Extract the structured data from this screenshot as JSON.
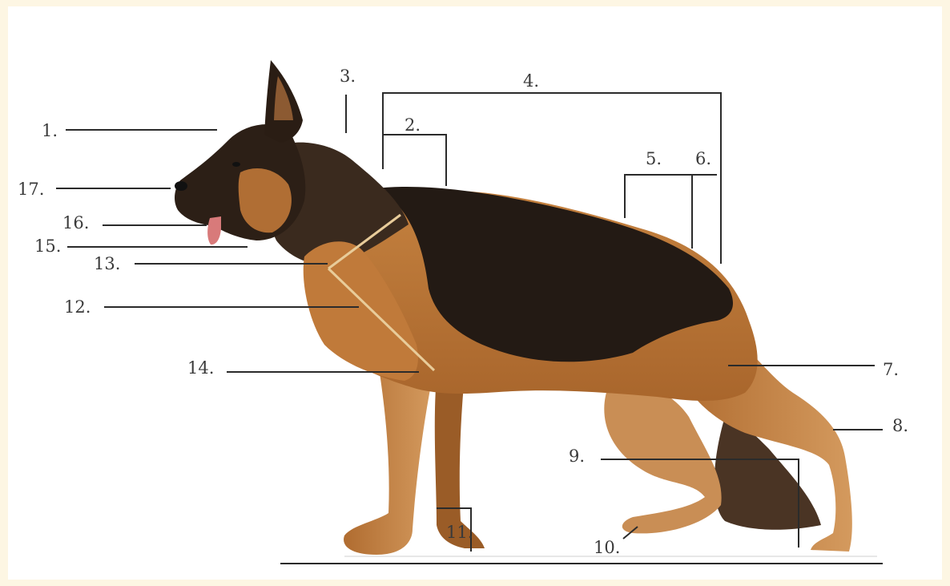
{
  "labels": {
    "l1": "1.",
    "l2": "2.",
    "l3": "3.",
    "l4": "4.",
    "l5": "5.",
    "l6": "6.",
    "l7": "7.",
    "l8": "8.",
    "l9": "9.",
    "l10": "10.",
    "l11": "11.",
    "l12": "12.",
    "l13": "13.",
    "l14": "14.",
    "l15": "15.",
    "l16": "16.",
    "l17": "17."
  },
  "colors": {
    "page_border": "#fdf6e3",
    "coat_black": "#231a14",
    "coat_tan": "#b9763a",
    "coat_light_tan": "#d8a26a",
    "ground_line": "#2b2b2b"
  }
}
